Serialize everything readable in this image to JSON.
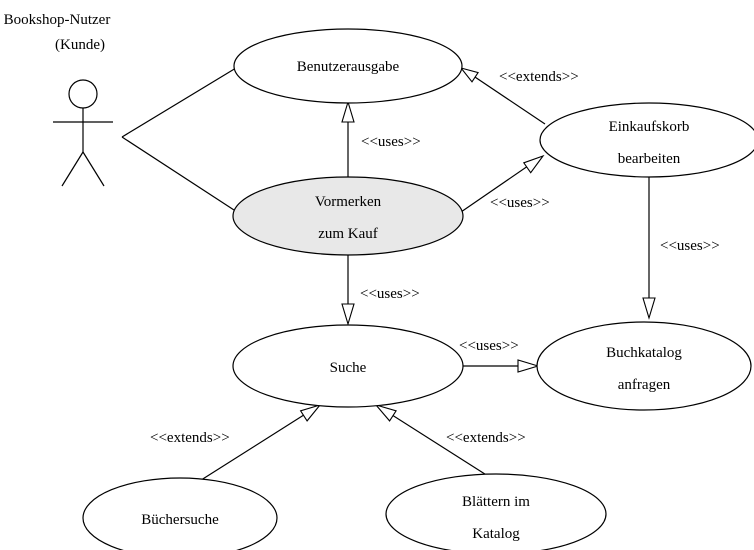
{
  "actor": {
    "name_line1": "Bookshop-Nutzer",
    "name_line2": "(Kunde)"
  },
  "use_cases": {
    "benutzerausgabe": {
      "line1": "Benutzerausgabe"
    },
    "einkaufskorb": {
      "line1": "Einkaufskorb",
      "line2": "bearbeiten"
    },
    "vormerken": {
      "line1": "Vormerken",
      "line2": "zum Kauf",
      "fill": "#e8e8e8"
    },
    "suche": {
      "line1": "Suche"
    },
    "buchkatalog": {
      "line1": "Buchkatalog",
      "line2": "anfragen"
    },
    "buechersuche": {
      "line1": "Büchersuche"
    },
    "blaettern": {
      "line1": "Blättern im",
      "line2": "Katalog"
    }
  },
  "relations": {
    "einkaufskorb_extends_benutzerausgabe": "<<extends>>",
    "vormerken_uses_benutzerausgabe": "<<uses>>",
    "vormerken_uses_einkaufskorb": "<<uses>>",
    "einkaufskorb_uses_buchkatalog": "<<uses>>",
    "vormerken_uses_suche": "<<uses>>",
    "suche_uses_buchkatalog": "<<uses>>",
    "buechersuche_extends_suche": "<<extends>>",
    "blaettern_extends_suche": "<<extends>>"
  }
}
